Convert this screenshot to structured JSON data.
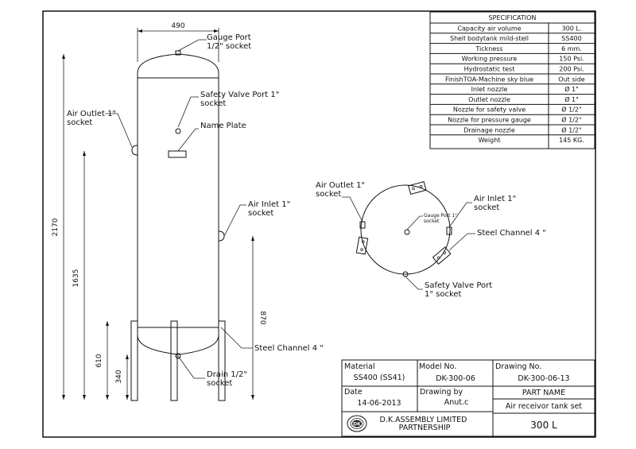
{
  "specification": {
    "title": "SPECIFICATION",
    "rows": [
      {
        "label": "Capacity air volume",
        "value": "300 L."
      },
      {
        "label": "Shell bodytank mild-stell",
        "value": "SS400"
      },
      {
        "label": "Tickness",
        "value": "6 mm."
      },
      {
        "label": "Working pressure",
        "value": "150 Psi."
      },
      {
        "label": "Hydrostatic test",
        "value": "200 Psi."
      },
      {
        "label": "FinishTOA-Machine sky blue",
        "value": "Out side"
      },
      {
        "label": "Inlet nozzle",
        "value": "Ø 1\""
      },
      {
        "label": "Outlet nozzle",
        "value": "Ø 1\""
      },
      {
        "label": "Nozzle for safety valve",
        "value": "Ø 1/2\""
      },
      {
        "label": "Nozzle for pressure gauge",
        "value": "Ø 1/2\""
      },
      {
        "label": "Drainage nozzle",
        "value": "Ø 1/2\""
      },
      {
        "label": "Weight",
        "value": "145 KG."
      }
    ]
  },
  "side_view": {
    "dim_width": "490",
    "dim_total_height": "2170",
    "dim_outlet_height": "1635",
    "dim_inlet_height": "870",
    "dim_leg_height": "610",
    "dim_bottom_height": "340",
    "callouts": {
      "gauge_port": [
        "Gauge Port",
        "1/2\" socket"
      ],
      "safety_valve": [
        "Safety Valve Port 1\"",
        "socket"
      ],
      "name_plate": [
        "Name Plate"
      ],
      "air_outlet": [
        "Air Outlet 1\"",
        "socket"
      ],
      "air_inlet": [
        "Air Inlet 1\"",
        "socket"
      ],
      "steel_channel": [
        "Steel Channel 4 \""
      ],
      "drain": [
        "Drain 1/2\"",
        "socket"
      ]
    }
  },
  "top_view": {
    "callouts": {
      "air_outlet": [
        "Air Outlet 1\"",
        "socket"
      ],
      "air_inlet": [
        "Air Inlet 1\"",
        "socket"
      ],
      "gauge_port": [
        "Gauge Port 1\"",
        "socket"
      ],
      "steel_channel": [
        "Steel Channel 4 \""
      ],
      "safety_valve": [
        "Safety Valve Port",
        "1\" socket"
      ]
    }
  },
  "title_block": {
    "material_label": "Material",
    "material_value": "SS400 (SS41)",
    "model_label": "Model No.",
    "model_value": "DK-300-06",
    "drawing_no_label": "Drawing No.",
    "drawing_no_value": "DK-300-06-13",
    "date_label": "Date",
    "date_value": "14-06-2013",
    "drawn_by_label": "Drawing by",
    "drawn_by_value": "Anut.c",
    "part_name_label": "PART NAME",
    "part_name_value": "Air receivor tank set",
    "company": [
      "D.K.ASSEMBLY LIMITED",
      "PARTNERSHIP"
    ],
    "capacity": "300 L",
    "logo": {
      "text": "DK",
      "ring_text": "D.K.ASSEMBLY"
    }
  }
}
